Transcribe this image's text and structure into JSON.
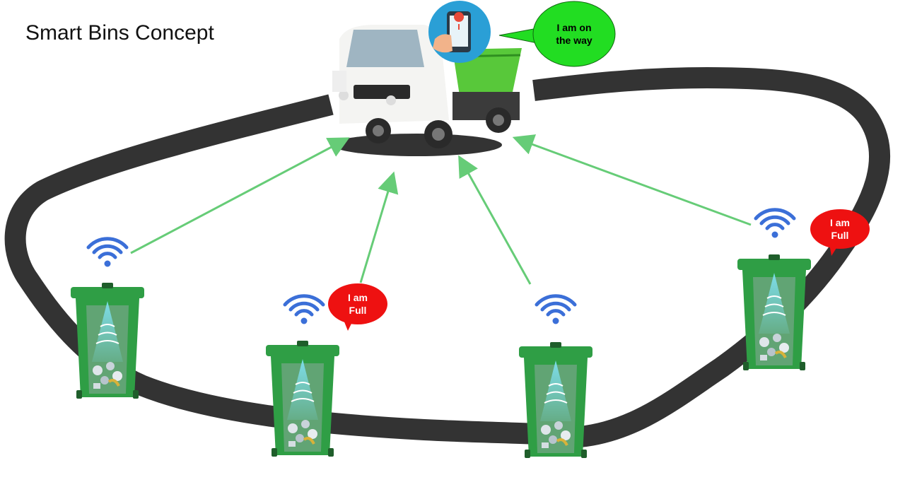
{
  "title": "Smart Bins Concept",
  "truck": {
    "status_text_line1": "I am on",
    "status_text_line2": "the way"
  },
  "bins": [
    {
      "id": "bin-1",
      "status_line1": "",
      "status_line2": ""
    },
    {
      "id": "bin-2",
      "status_line1": "I am",
      "status_line2": "Full"
    },
    {
      "id": "bin-3",
      "status_line1": "",
      "status_line2": ""
    },
    {
      "id": "bin-4",
      "status_line1": "I am",
      "status_line2": "Full"
    }
  ],
  "colors": {
    "road": "#333333",
    "arrow": "#66cc77",
    "wifi": "#3b6fd8",
    "bin_green": "#2f9e45",
    "bin_dark": "#1f7a33",
    "full_bubble": "#ee1111",
    "truck_bubble": "#22dd22",
    "phone_circle": "#2a9fd6"
  }
}
